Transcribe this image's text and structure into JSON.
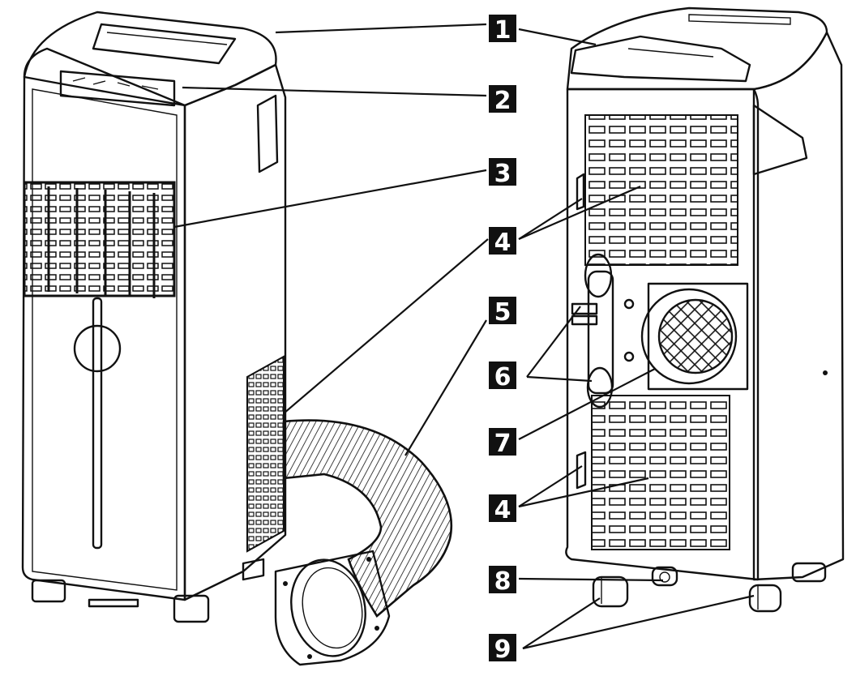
{
  "callouts": [
    {
      "id": "callout-1",
      "label": "1"
    },
    {
      "id": "callout-2",
      "label": "2"
    },
    {
      "id": "callout-3",
      "label": "3"
    },
    {
      "id": "callout-4-top",
      "label": "4"
    },
    {
      "id": "callout-5",
      "label": "5"
    },
    {
      "id": "callout-6",
      "label": "6"
    },
    {
      "id": "callout-7",
      "label": "7"
    },
    {
      "id": "callout-4-bottom",
      "label": "4"
    },
    {
      "id": "callout-8",
      "label": "8"
    },
    {
      "id": "callout-9",
      "label": "9"
    }
  ]
}
